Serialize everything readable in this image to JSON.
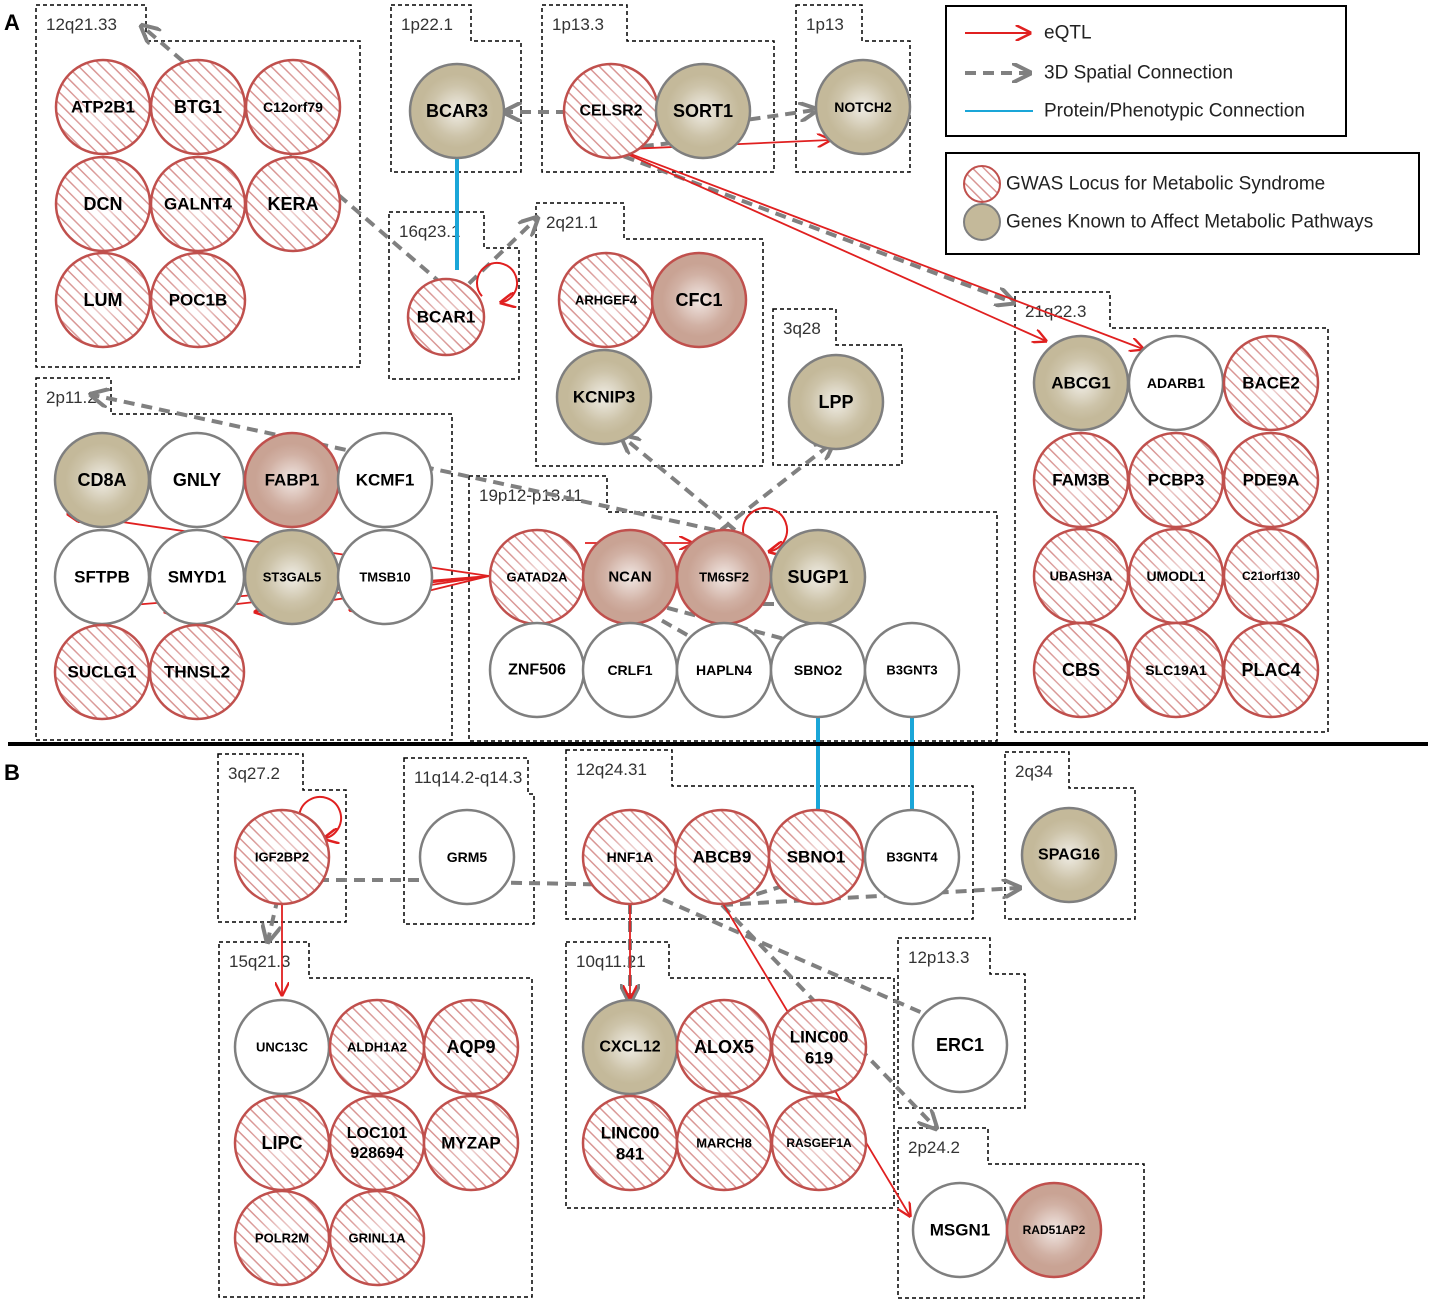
{
  "sections": {
    "a": "A",
    "b": "B"
  },
  "legend": {
    "edges": [
      {
        "kind": "eqtl",
        "label": "eQTL"
      },
      {
        "kind": "spatial",
        "label": "3D Spatial Connection"
      },
      {
        "kind": "protein",
        "label": "Protein/Phenotypic Connection"
      }
    ],
    "nodes": [
      {
        "kind": "gwas",
        "label": "GWAS Locus for Metabolic Syndrome"
      },
      {
        "kind": "known",
        "label": "Genes Known to Affect Metabolic Pathways"
      }
    ]
  },
  "colors": {
    "gwas_stroke": "#c0504d",
    "gwas_hatch": "#d99694",
    "known_fill": "#c4b99a",
    "known_stroke": "#7f7f7f",
    "known_gwas_fill": "#c9a394",
    "plain_stroke": "#7f7f7f",
    "eqtl": "#e02020",
    "spatial": "#808080",
    "protein": "#1aa6d8"
  },
  "loci": [
    {
      "id": "12q21.33",
      "label": "12q21.33",
      "genes": [
        {
          "id": "ATP2B1",
          "label": "ATP2B1",
          "kind": "gwas"
        },
        {
          "id": "BTG1",
          "label": "BTG1",
          "kind": "gwas"
        },
        {
          "id": "C12orf79",
          "label": "C12orf79",
          "kind": "gwas"
        },
        {
          "id": "DCN",
          "label": "DCN",
          "kind": "gwas"
        },
        {
          "id": "GALNT4",
          "label": "GALNT4",
          "kind": "gwas"
        },
        {
          "id": "KERA",
          "label": "KERA",
          "kind": "gwas"
        },
        {
          "id": "LUM",
          "label": "LUM",
          "kind": "gwas"
        },
        {
          "id": "POC1B",
          "label": "POC1B",
          "kind": "gwas"
        }
      ]
    },
    {
      "id": "1p22.1",
      "label": "1p22.1",
      "genes": [
        {
          "id": "BCAR3",
          "label": "BCAR3",
          "kind": "known"
        }
      ]
    },
    {
      "id": "1p13.3",
      "label": "1p13.3",
      "genes": [
        {
          "id": "CELSR2",
          "label": "CELSR2",
          "kind": "gwas"
        },
        {
          "id": "SORT1",
          "label": "SORT1",
          "kind": "known"
        }
      ]
    },
    {
      "id": "1p13",
      "label": "1p13",
      "genes": [
        {
          "id": "NOTCH2",
          "label": "NOTCH2",
          "kind": "known"
        }
      ]
    },
    {
      "id": "16q23.1",
      "label": "16q23.1",
      "genes": [
        {
          "id": "BCAR1",
          "label": "BCAR1",
          "kind": "gwas"
        }
      ]
    },
    {
      "id": "2q21.1",
      "label": "2q21.1",
      "genes": [
        {
          "id": "ARHGEF4",
          "label": "ARHGEF4",
          "kind": "gwas"
        },
        {
          "id": "CFC1",
          "label": "CFC1",
          "kind": "known-gwas"
        },
        {
          "id": "KCNIP3",
          "label": "KCNIP3",
          "kind": "known"
        }
      ]
    },
    {
      "id": "3q28",
      "label": "3q28",
      "genes": [
        {
          "id": "LPP",
          "label": "LPP",
          "kind": "known"
        }
      ]
    },
    {
      "id": "21q22.3",
      "label": "21q22.3",
      "genes": [
        {
          "id": "ABCG1",
          "label": "ABCG1",
          "kind": "known"
        },
        {
          "id": "ADARB1",
          "label": "ADARB1",
          "kind": "plain"
        },
        {
          "id": "BACE2",
          "label": "BACE2",
          "kind": "gwas"
        },
        {
          "id": "FAM3B",
          "label": "FAM3B",
          "kind": "gwas"
        },
        {
          "id": "PCBP3",
          "label": "PCBP3",
          "kind": "gwas"
        },
        {
          "id": "PDE9A",
          "label": "PDE9A",
          "kind": "gwas"
        },
        {
          "id": "UBASH3A",
          "label": "UBASH3A",
          "kind": "gwas"
        },
        {
          "id": "UMODL1",
          "label": "UMODL1",
          "kind": "gwas"
        },
        {
          "id": "C21orf130",
          "label": "C21orf130",
          "kind": "gwas"
        },
        {
          "id": "CBS",
          "label": "CBS",
          "kind": "gwas"
        },
        {
          "id": "SLC19A1",
          "label": "SLC19A1",
          "kind": "gwas"
        },
        {
          "id": "PLAC4",
          "label": "PLAC4",
          "kind": "gwas"
        }
      ]
    },
    {
      "id": "2p11.2",
      "label": "2p11.2",
      "genes": [
        {
          "id": "CD8A",
          "label": "CD8A",
          "kind": "known"
        },
        {
          "id": "GNLY",
          "label": "GNLY",
          "kind": "plain"
        },
        {
          "id": "FABP1",
          "label": "FABP1",
          "kind": "known-gwas"
        },
        {
          "id": "KCMF1",
          "label": "KCMF1",
          "kind": "plain"
        },
        {
          "id": "SFTPB",
          "label": "SFTPB",
          "kind": "plain"
        },
        {
          "id": "SMYD1",
          "label": "SMYD1",
          "kind": "plain"
        },
        {
          "id": "ST3GAL5",
          "label": "ST3GAL5",
          "kind": "known"
        },
        {
          "id": "TMSB10",
          "label": "TMSB10",
          "kind": "plain"
        },
        {
          "id": "SUCLG1",
          "label": "SUCLG1",
          "kind": "gwas"
        },
        {
          "id": "THNSL2",
          "label": "THNSL2",
          "kind": "gwas"
        }
      ]
    },
    {
      "id": "19p12-p13.11",
      "label": "19p12-p13.11",
      "genes": [
        {
          "id": "GATAD2A",
          "label": "GATAD2A",
          "kind": "gwas"
        },
        {
          "id": "NCAN",
          "label": "NCAN",
          "kind": "known-gwas"
        },
        {
          "id": "TM6SF2",
          "label": "TM6SF2",
          "kind": "known-gwas"
        },
        {
          "id": "SUGP1",
          "label": "SUGP1",
          "kind": "known"
        },
        {
          "id": "ZNF506",
          "label": "ZNF506",
          "kind": "plain"
        },
        {
          "id": "CRLF1",
          "label": "CRLF1",
          "kind": "plain"
        },
        {
          "id": "HAPLN4",
          "label": "HAPLN4",
          "kind": "plain"
        },
        {
          "id": "SBNO2",
          "label": "SBNO2",
          "kind": "plain"
        },
        {
          "id": "B3GNT3",
          "label": "B3GNT3",
          "kind": "plain"
        }
      ]
    },
    {
      "id": "3q27.2",
      "label": "3q27.2",
      "genes": [
        {
          "id": "IGF2BP2",
          "label": "IGF2BP2",
          "kind": "gwas"
        }
      ]
    },
    {
      "id": "11q14.2-q14.3",
      "label": "11q14.2-q14.3",
      "genes": [
        {
          "id": "GRM5",
          "label": "GRM5",
          "kind": "plain"
        }
      ]
    },
    {
      "id": "12q24.31",
      "label": "12q24.31",
      "genes": [
        {
          "id": "HNF1A",
          "label": "HNF1A",
          "kind": "gwas"
        },
        {
          "id": "ABCB9",
          "label": "ABCB9",
          "kind": "gwas"
        },
        {
          "id": "SBNO1",
          "label": "SBNO1",
          "kind": "gwas"
        },
        {
          "id": "B3GNT4",
          "label": "B3GNT4",
          "kind": "plain"
        }
      ]
    },
    {
      "id": "2q34",
      "label": "2q34",
      "genes": [
        {
          "id": "SPAG16",
          "label": "SPAG16",
          "kind": "known"
        }
      ]
    },
    {
      "id": "15q21.3",
      "label": "15q21.3",
      "genes": [
        {
          "id": "UNC13C",
          "label": "UNC13C",
          "kind": "plain"
        },
        {
          "id": "ALDH1A2",
          "label": "ALDH1A2",
          "kind": "gwas"
        },
        {
          "id": "AQP9",
          "label": "AQP9",
          "kind": "gwas"
        },
        {
          "id": "LIPC",
          "label": "LIPC",
          "kind": "gwas"
        },
        {
          "id": "LOC101928694",
          "label": "LOC101\n928694",
          "kind": "gwas"
        },
        {
          "id": "MYZAP",
          "label": "MYZAP",
          "kind": "gwas"
        },
        {
          "id": "POLR2M",
          "label": "POLR2M",
          "kind": "gwas"
        },
        {
          "id": "GRINL1A",
          "label": "GRINL1A",
          "kind": "gwas"
        }
      ]
    },
    {
      "id": "10q11.21",
      "label": "10q11.21",
      "genes": [
        {
          "id": "CXCL12",
          "label": "CXCL12",
          "kind": "known"
        },
        {
          "id": "ALOX5",
          "label": "ALOX5",
          "kind": "gwas"
        },
        {
          "id": "LINC00619",
          "label": "LINC00\n619",
          "kind": "gwas"
        },
        {
          "id": "LINC00841",
          "label": "LINC00\n841",
          "kind": "gwas"
        },
        {
          "id": "MARCH8",
          "label": "MARCH8",
          "kind": "gwas"
        },
        {
          "id": "RASGEF1A",
          "label": "RASGEF1A",
          "kind": "gwas"
        }
      ]
    },
    {
      "id": "12p13.3",
      "label": "12p13.3",
      "genes": [
        {
          "id": "ERC1",
          "label": "ERC1",
          "kind": "plain"
        }
      ]
    },
    {
      "id": "2p24.2",
      "label": "2p24.2",
      "genes": [
        {
          "id": "MSGN1",
          "label": "MSGN1",
          "kind": "plain"
        },
        {
          "id": "RAD51AP2",
          "label": "RAD51AP2",
          "kind": "known-gwas"
        }
      ]
    }
  ],
  "edges": [
    {
      "type": "spatial",
      "from": "BCAR1",
      "to": "locus:12q21.33"
    },
    {
      "type": "spatial",
      "from": "BCAR1",
      "to": "locus:2q21.1"
    },
    {
      "type": "protein",
      "from": "BCAR3",
      "to": "BCAR1"
    },
    {
      "type": "eqtl",
      "from": "BCAR1",
      "to": "BCAR1",
      "self": true
    },
    {
      "type": "spatial",
      "from": "CELSR2",
      "to": "BCAR3"
    },
    {
      "type": "spatial",
      "from": "CELSR2",
      "to": "NOTCH2"
    },
    {
      "type": "spatial",
      "from": "CELSR2",
      "to": "SORT1"
    },
    {
      "type": "eqtl",
      "from": "CELSR2",
      "to": "NOTCH2"
    },
    {
      "type": "spatial",
      "from": "CELSR2",
      "to": "locus:21q22.3"
    },
    {
      "type": "eqtl",
      "from": "CELSR2",
      "to": "ABCG1"
    },
    {
      "type": "eqtl",
      "from": "CELSR2",
      "to": "ADARB1"
    },
    {
      "type": "spatial",
      "from": "TM6SF2",
      "to": "KCNIP3"
    },
    {
      "type": "spatial",
      "from": "TM6SF2",
      "to": "LPP"
    },
    {
      "type": "spatial",
      "from": "TM6SF2",
      "to": "locus:2p11.2"
    },
    {
      "type": "eqtl",
      "from": "TM6SF2",
      "to": "TM6SF2",
      "self": true
    },
    {
      "type": "eqtl",
      "from": "GATAD2A",
      "to": "TM6SF2"
    },
    {
      "type": "eqtl",
      "from": "GATAD2A",
      "to": "CD8A"
    },
    {
      "type": "eqtl",
      "from": "GATAD2A",
      "to": "SFTPB"
    },
    {
      "type": "eqtl",
      "from": "GATAD2A",
      "to": "SMYD1"
    },
    {
      "type": "eqtl",
      "from": "GATAD2A",
      "to": "ST3GAL5"
    },
    {
      "type": "eqtl",
      "from": "GATAD2A",
      "to": "TMSB10"
    },
    {
      "type": "spatial",
      "from": "NCAN",
      "to": "ZNF506"
    },
    {
      "type": "spatial",
      "from": "NCAN",
      "to": "CRLF1"
    },
    {
      "type": "spatial",
      "from": "NCAN",
      "to": "HAPLN4"
    },
    {
      "type": "spatial",
      "from": "NCAN",
      "to": "SBNO2"
    },
    {
      "type": "spatial",
      "from": "TM6SF2",
      "to": "SUGP1"
    },
    {
      "type": "protein",
      "from": "SBNO2",
      "to": "SBNO1"
    },
    {
      "type": "protein",
      "from": "B3GNT3",
      "to": "B3GNT4"
    },
    {
      "type": "eqtl",
      "from": "IGF2BP2",
      "to": "IGF2BP2",
      "self": true
    },
    {
      "type": "eqtl",
      "from": "IGF2BP2",
      "to": "UNC13C"
    },
    {
      "type": "spatial",
      "from": "IGF2BP2",
      "to": "GRM5"
    },
    {
      "type": "spatial",
      "from": "IGF2BP2",
      "to": "locus:15q21.3"
    },
    {
      "type": "spatial",
      "from": "HNF1A",
      "to": "GRM5"
    },
    {
      "type": "spatial",
      "from": "HNF1A",
      "to": "ERC1"
    },
    {
      "type": "spatial",
      "from": "HNF1A",
      "to": "CXCL12"
    },
    {
      "type": "eqtl",
      "from": "HNF1A",
      "to": "CXCL12"
    },
    {
      "type": "spatial",
      "from": "ABCB9",
      "to": "SBNO1"
    },
    {
      "type": "spatial",
      "from": "ABCB9",
      "to": "SPAG16"
    },
    {
      "type": "spatial",
      "from": "ABCB9",
      "to": "locus:2p24.2"
    },
    {
      "type": "eqtl",
      "from": "ABCB9",
      "to": "MSGN1"
    }
  ]
}
